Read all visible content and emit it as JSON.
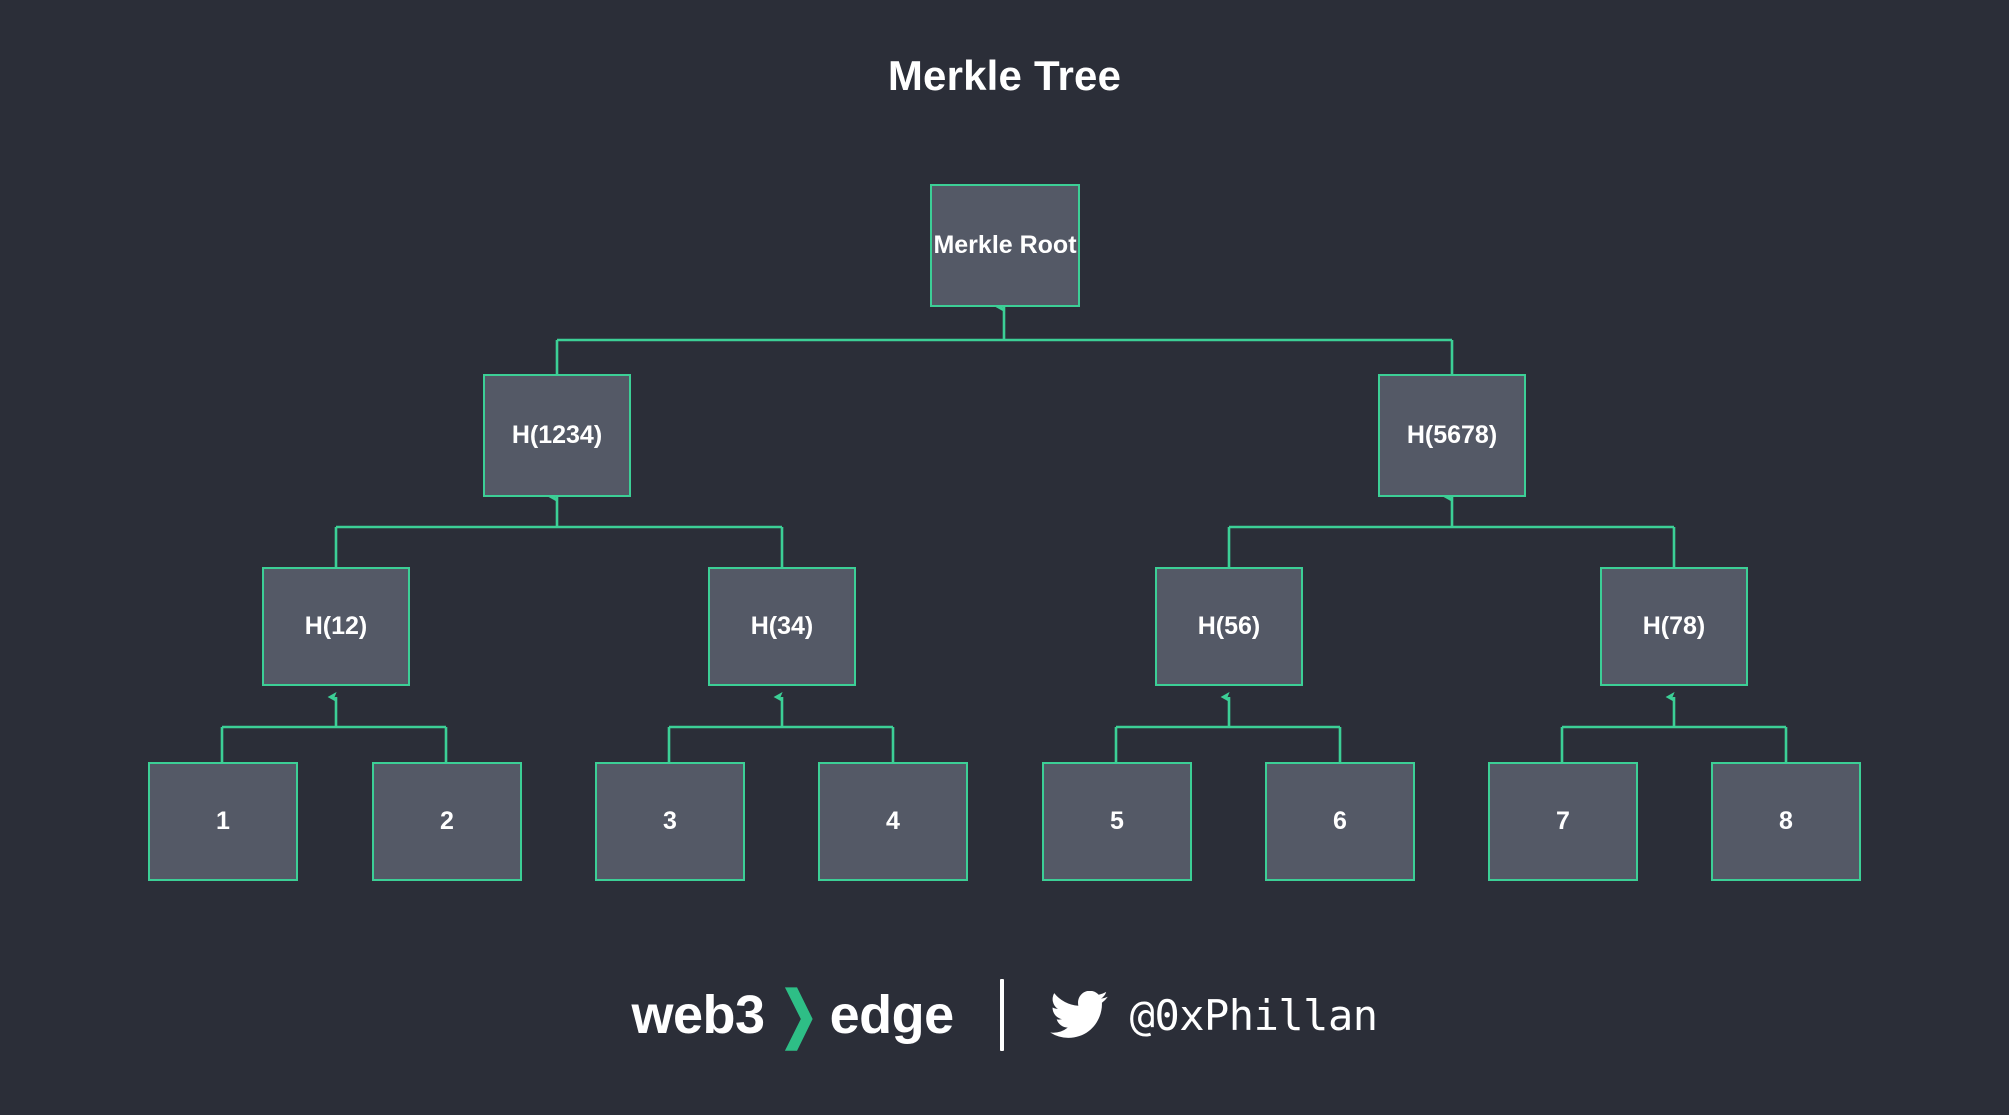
{
  "page": {
    "title": "Merkle Tree",
    "background_color": "#2b2e38",
    "accent_color": "#3ccf96",
    "node_fill_color": "#545966",
    "text_color": "#ffffff"
  },
  "tree": {
    "root": {
      "label": "Merkle Root"
    },
    "level2": [
      {
        "label": "H(1234)"
      },
      {
        "label": "H(5678)"
      }
    ],
    "level3": [
      {
        "label": "H(12)"
      },
      {
        "label": "H(34)"
      },
      {
        "label": "H(56)"
      },
      {
        "label": "H(78)"
      }
    ],
    "leaves": [
      {
        "label": "1"
      },
      {
        "label": "2"
      },
      {
        "label": "3"
      },
      {
        "label": "4"
      },
      {
        "label": "5"
      },
      {
        "label": "6"
      },
      {
        "label": "7"
      },
      {
        "label": "8"
      }
    ]
  },
  "footer": {
    "brand_first": "web3",
    "brand_chevron": "❯",
    "brand_second": "edge",
    "twitter_icon": "twitter-bird-icon",
    "handle": "@0xPhillan",
    "divider": "vertical-divider"
  }
}
